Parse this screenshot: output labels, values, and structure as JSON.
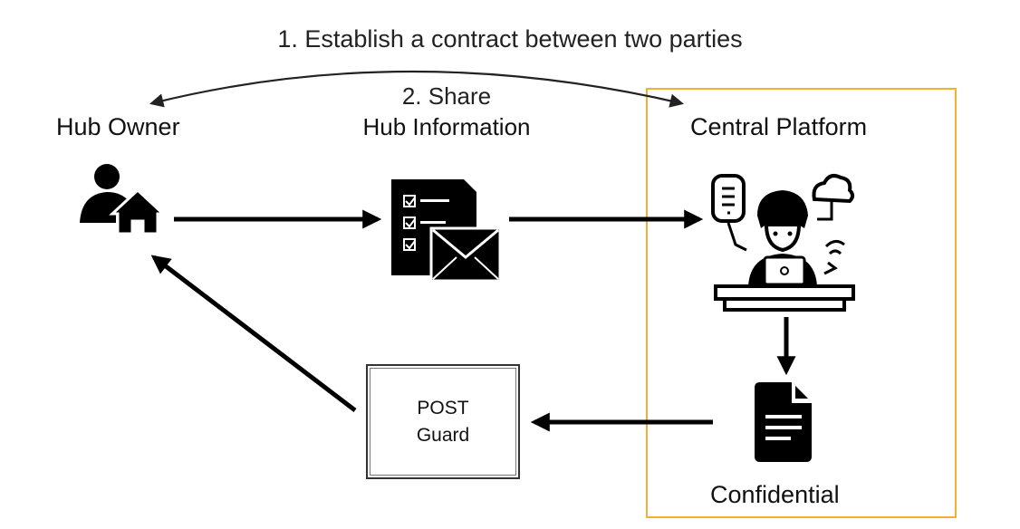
{
  "labels": {
    "contract": "1. Establish a contract between two parties",
    "share_line1": "2. Share",
    "share_line2": "Hub Information",
    "hub_owner": "Hub Owner",
    "central_platform": "Central Platform",
    "confidential": "Confidential",
    "post_guard_line1": "POST",
    "post_guard_line2": "Guard"
  },
  "icons": {
    "hub_owner": "person-with-house-icon",
    "hub_information": "checklist-envelope-icon",
    "central_platform": "operator-at-desk-icon",
    "confidential": "document-icon"
  },
  "colors": {
    "platform_frame": "#f2b136",
    "arrows": "#000000"
  }
}
